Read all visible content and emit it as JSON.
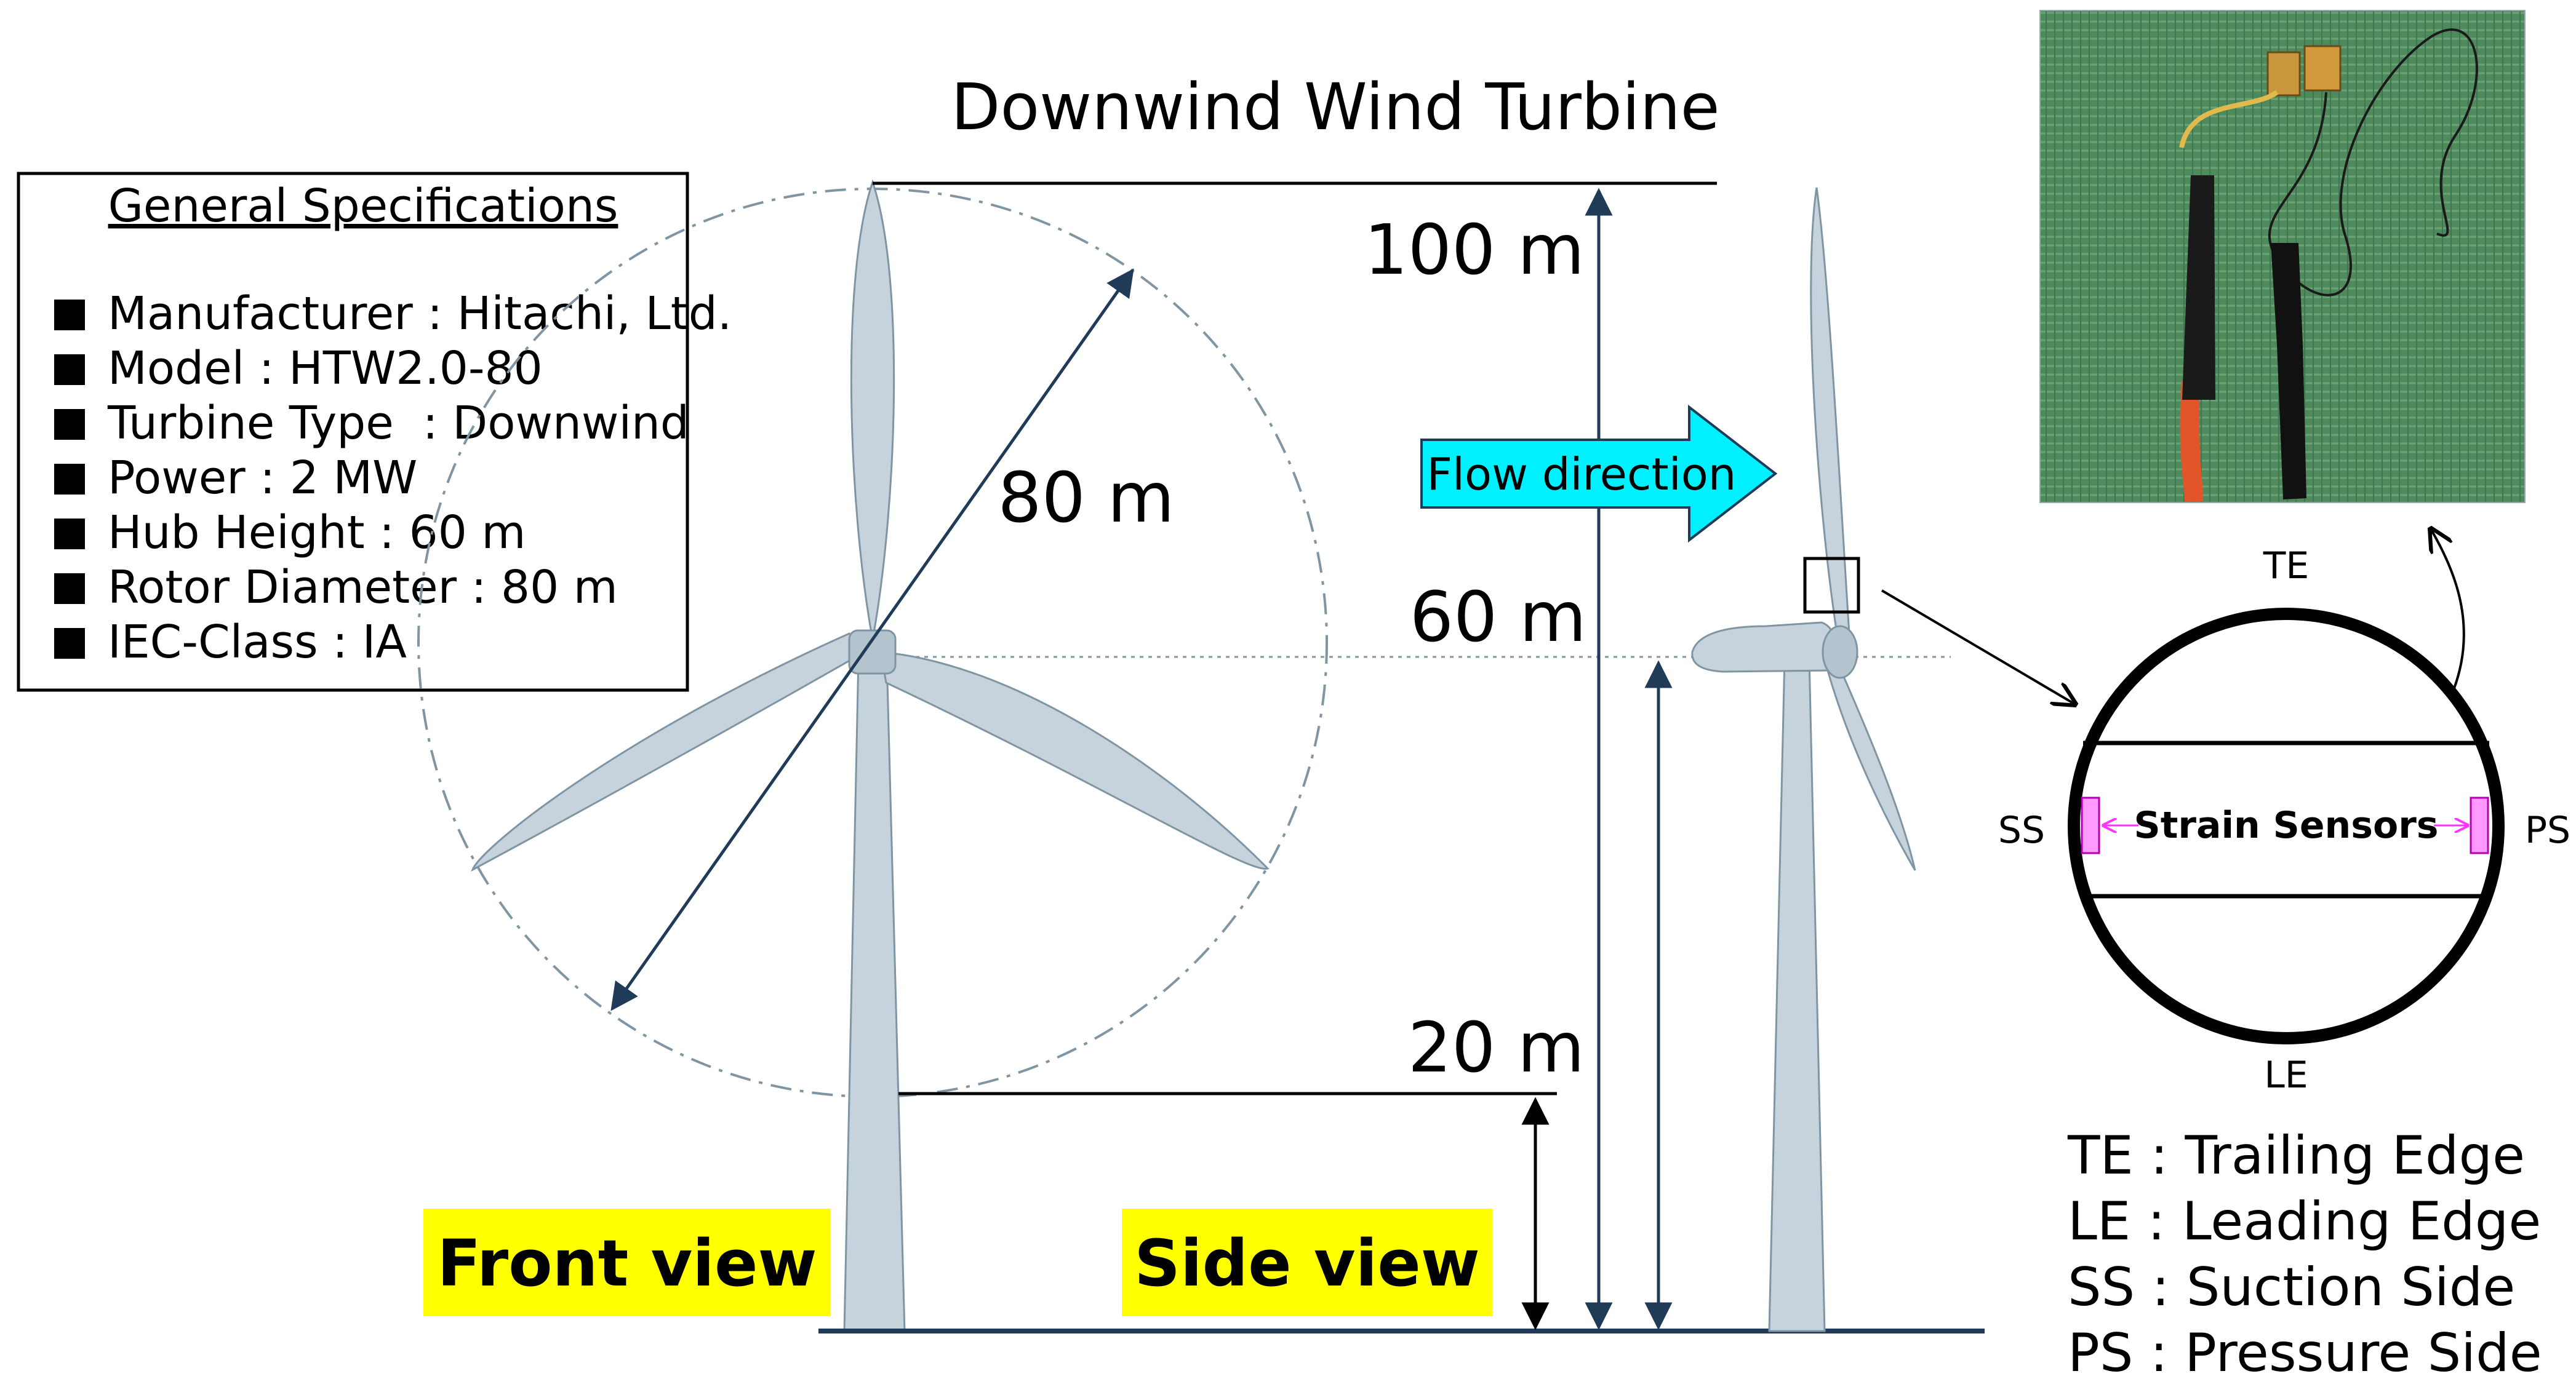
{
  "title": "Downwind Wind Turbine",
  "specs": {
    "heading": "General Specifications",
    "items": [
      "Manufacturer : Hitachi, Ltd.",
      "Model : HTW2.0-80",
      "Turbine Type  : Downwind",
      "Power : 2 MW",
      "Hub Height : 60 m",
      "Rotor Diameter : 80 m",
      "IEC-Class : IA"
    ]
  },
  "dimensions": {
    "rotor_diameter": "80 m",
    "top_height": "100 m",
    "hub_height": "60 m",
    "bottom_height": "20 m"
  },
  "flow_direction": "Flow direction",
  "views": {
    "front": "Front view",
    "side": "Side view"
  },
  "section": {
    "te": "TE",
    "le": "LE",
    "ss": "SS",
    "ps": "PS",
    "sensors": "Strain Sensors"
  },
  "legend": [
    "TE : Trailing Edge",
    "LE : Leading Edge",
    "SS : Suction Side",
    "PS : Pressure Side"
  ],
  "colors": {
    "turbine": "#c6d3dc",
    "turbine_stroke": "#7f95a3",
    "arrow": "#1f3b57",
    "flow_arrow": "#00f0ff",
    "view_label_bg": "#ffff00",
    "sensor": "#ff99ff"
  }
}
